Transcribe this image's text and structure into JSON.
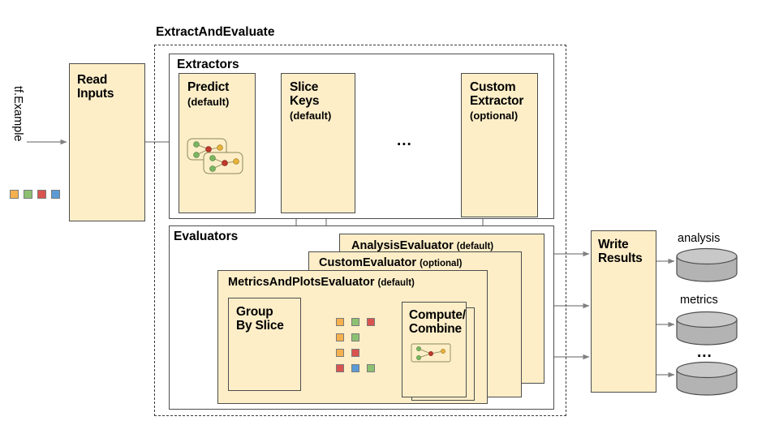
{
  "diagram": {
    "title_outer": "ExtractAndEvaluate",
    "input_label": "tf.Example",
    "read_inputs": {
      "line1": "Read",
      "line2": "Inputs"
    },
    "groups": {
      "extractors": "Extractors",
      "evaluators": "Evaluators"
    },
    "extractors": [
      {
        "name": "predict",
        "line1": "Predict",
        "line2": "",
        "qualifier": "(default)",
        "has_icon": true
      },
      {
        "name": "slice-keys",
        "line1": "Slice",
        "line2": "Keys",
        "qualifier": "(default)",
        "has_icon": false
      },
      {
        "name": "custom-extractor",
        "line1": "Custom",
        "line2": "Extractor",
        "qualifier": "(optional)",
        "has_icon": false
      }
    ],
    "ellipsis": "...",
    "evaluators": [
      {
        "name": "analysis-evaluator",
        "label": "AnalysisEvaluator",
        "qualifier": "(default)"
      },
      {
        "name": "custom-evaluator",
        "label": "CustomEvaluator",
        "qualifier": "(optional)"
      },
      {
        "name": "metrics-and-plots-evaluator",
        "label": "MetricsAndPlotsEvaluator",
        "qualifier": "(default)"
      }
    ],
    "group_by_slice": {
      "line1": "Group",
      "line2": "By Slice"
    },
    "compute_combine": {
      "line1": "Compute/",
      "line2": "Combine"
    },
    "write_results": {
      "line1": "Write",
      "line2": "Results"
    },
    "outputs": [
      {
        "name": "analysis",
        "label": "analysis"
      },
      {
        "name": "metrics",
        "label": "metrics"
      },
      {
        "name": "more",
        "label": "..."
      }
    ],
    "input_chips": [
      "#f5b14e",
      "#8dc172",
      "#d9534f",
      "#5b9bd5"
    ],
    "slice_chip_rows": [
      [
        "#f5b14e",
        "#8dc172",
        "#d9534f"
      ],
      [
        "#f5b14e",
        "#8dc172"
      ],
      [
        "#f5b14e",
        "#d9534f"
      ],
      [
        "#d9534f",
        "#5b9bd5",
        "#8dc172"
      ]
    ],
    "colors": {
      "box_fill": "#fdeec8",
      "box_stroke": "#4d4d4d",
      "arrow": "#808080",
      "cylinder_fill": "#b3b3b3",
      "cylinder_stroke": "#4d4d4d",
      "background": "#ffffff"
    }
  }
}
